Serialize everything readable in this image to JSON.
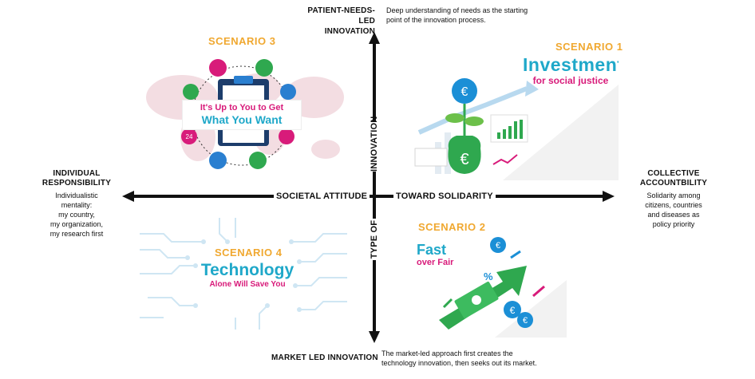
{
  "top": {
    "title": "PATIENT-NEEDS-LED INNOVATION",
    "title_line1": "PATIENT-NEEDS-LED",
    "title_line2": "INNOVATION",
    "desc_line1": "Deep understanding of needs as the starting",
    "desc_line2": "point of the innovation process."
  },
  "bottom": {
    "title": "MARKET LED INNOVATION",
    "desc_line1": "The market-led approach first creates the",
    "desc_line2": "technology innovation, then seeks out its market."
  },
  "left": {
    "title_line1": "INDIVIDUAL",
    "title_line2": "RESPONSIBILITY",
    "desc_lines": [
      "Individualistic",
      "mentality:",
      "my country,",
      "my organization,",
      "my research first"
    ]
  },
  "right": {
    "title_line1": "COLLECTIVE",
    "title_line2": "ACCOUNTBILITY",
    "desc_lines": [
      "Solidarity among",
      "citizens, countries",
      "and diseases as",
      "policy priority"
    ]
  },
  "axes": {
    "horizontal_left": "SOCIETAL ATTITUDE",
    "horizontal_right": "TOWARD SOLIDARITY",
    "vertical_top": "INNOVATION",
    "vertical_bottom": "TYPE OF"
  },
  "scenarios": {
    "s1": {
      "label": "SCENARIO 1",
      "title_line1": "Investment",
      "title_line2": "for social justice",
      "coin": "€",
      "bag": "€"
    },
    "s2": {
      "label": "SCENARIO 2",
      "title_line1": "Fast",
      "title_line2": "over Fair",
      "coin": "€",
      "pct": "%"
    },
    "s3": {
      "label": "SCENARIO 3",
      "title_line1": "It's Up to You to Get",
      "title_line2": "What You Want",
      "badge": "24"
    },
    "s4": {
      "label": "SCENARIO 4",
      "title_line1": "Technology",
      "title_line2": "Alone Will Save You"
    }
  },
  "colors": {
    "scenario_label": "#f0a830",
    "teal": "#1fa8c9",
    "magenta": "#d81b7a",
    "green": "#2fa84f",
    "blue": "#1b8fd6"
  }
}
